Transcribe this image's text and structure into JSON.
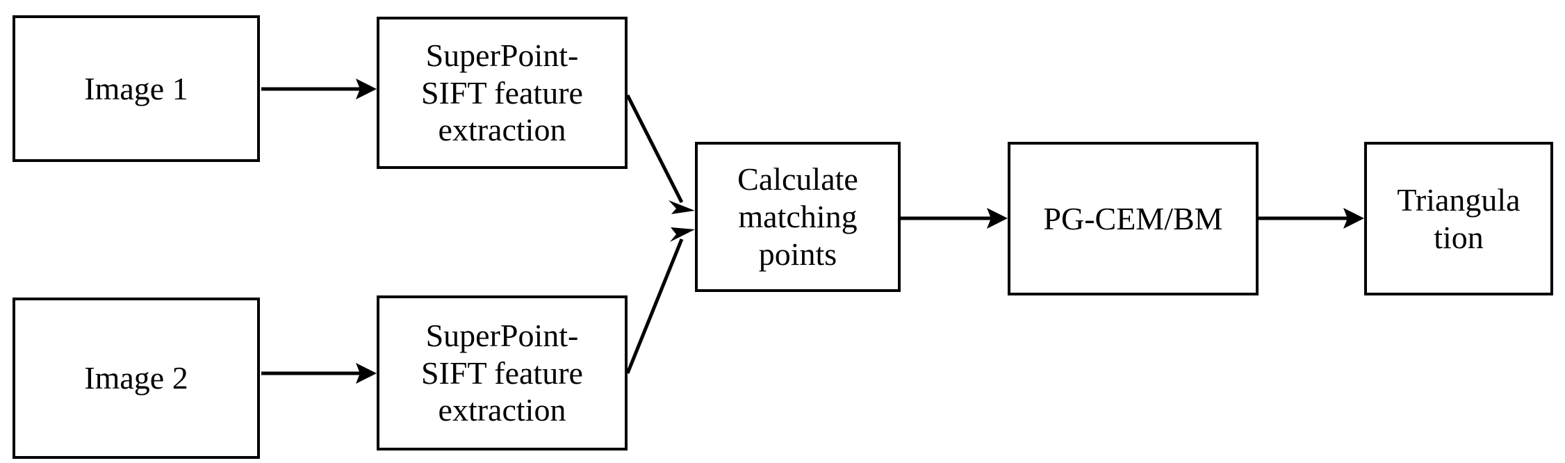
{
  "diagram": {
    "title": "SuperPoint-SIFT stereo matching pipeline flowchart",
    "type": "flowchart",
    "orientation": "left-to-right",
    "background_color": "#ffffff",
    "stroke_color": "#000000",
    "text_color": "#000000",
    "nodes": [
      {
        "id": "image-1",
        "label": "Image 1"
      },
      {
        "id": "sp-top",
        "label": "SuperPoint-\nSIFT feature\nextraction"
      },
      {
        "id": "image-2",
        "label": "Image 2"
      },
      {
        "id": "sp-bottom",
        "label": "SuperPoint-\nSIFT feature\nextraction"
      },
      {
        "id": "calculate",
        "label": "Calculate\nmatching\npoints"
      },
      {
        "id": "pgcem",
        "label": "PG-CEM/BM"
      },
      {
        "id": "triangulation",
        "label": "Triangula\ntion"
      }
    ],
    "edges": [
      {
        "from": "image-1",
        "to": "sp-top",
        "style": "straight-horizontal",
        "arrow": true
      },
      {
        "from": "image-2",
        "to": "sp-bottom",
        "style": "straight-horizontal",
        "arrow": true
      },
      {
        "from": "sp-top",
        "to": "calculate",
        "style": "diagonal-down-right",
        "arrow": true
      },
      {
        "from": "sp-bottom",
        "to": "calculate",
        "style": "diagonal-up-right",
        "arrow": true
      },
      {
        "from": "calculate",
        "to": "pgcem",
        "style": "straight-horizontal",
        "arrow": true
      },
      {
        "from": "pgcem",
        "to": "triangulation",
        "style": "straight-horizontal",
        "arrow": true
      }
    ]
  }
}
